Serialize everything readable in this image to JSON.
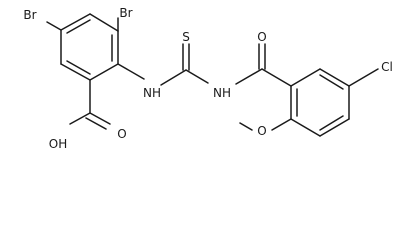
{
  "atoms": {
    "br_left": "Br",
    "br_right": "Br",
    "nh_left": "NH",
    "nh_right": "NH",
    "sulfur": "S",
    "carbonyl_o": "O",
    "chlorine": "Cl",
    "methoxy_o": "O",
    "acid_oh": "OH",
    "acid_o": "O"
  }
}
